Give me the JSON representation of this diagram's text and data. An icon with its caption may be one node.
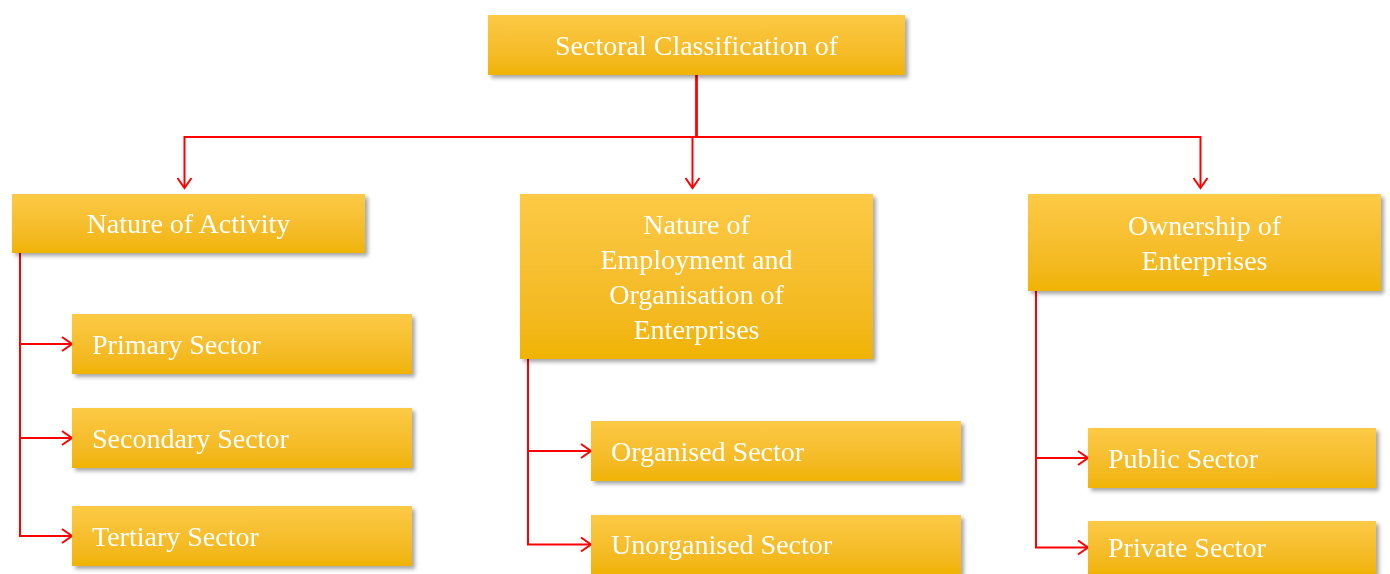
{
  "diagram": {
    "nodes": [
      {
        "text": [
          "Sectoral Classification of"
        ]
      },
      {
        "text": [
          "Nature of Activity"
        ]
      },
      {
        "text": [
          "Nature of Employment and Organisation of Enterprises"
        ]
      },
      {
        "text": [
          "Ownership of Enterprises"
        ]
      },
      {
        "text": [
          "Primary Sector"
        ]
      },
      {
        "text": [
          "Secondary Sector"
        ]
      },
      {
        "text": [
          "Tertiary Sector"
        ]
      },
      {
        "text": [
          "Organised Sector"
        ]
      },
      {
        "text": [
          "Unorganised Sector"
        ]
      },
      {
        "text": [
          "Public Sector"
        ]
      },
      {
        "text": [
          "Private Sector"
        ]
      }
    ],
    "edges": [
      {
        "from": 0,
        "to": 1,
        "arrow": "to"
      },
      {
        "from": 0,
        "to": 2,
        "arrow": "to"
      },
      {
        "from": 0,
        "to": 3,
        "arrow": "to"
      },
      {
        "from": 1,
        "to": 4,
        "arrow": "to"
      },
      {
        "from": 1,
        "to": 5,
        "arrow": "to"
      },
      {
        "from": 1,
        "to": 6,
        "arrow": "to"
      },
      {
        "from": 2,
        "to": 7,
        "arrow": "to"
      },
      {
        "from": 2,
        "to": 8,
        "arrow": "to"
      },
      {
        "from": 3,
        "to": 9,
        "arrow": "to"
      },
      {
        "from": 3,
        "to": 10,
        "arrow": "to"
      }
    ]
  }
}
